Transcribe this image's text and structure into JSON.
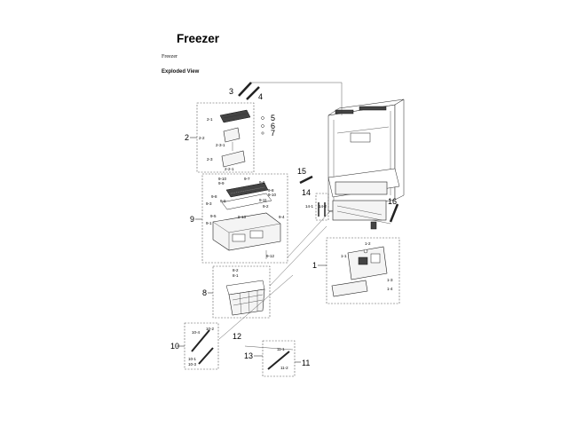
{
  "page": {
    "title": "Freezer",
    "subtitle": "Freezer",
    "view_label": "Exploded View"
  },
  "callouts": {
    "c1": "1",
    "c1_1": "1-1",
    "c1_2": "1-2",
    "c1_3": "1-3",
    "c1_4": "1-4",
    "c2": "2",
    "c2_1": "2-1",
    "c2_2": "2-2",
    "c2_3": "2-3",
    "c2_3_1": "2-3-1",
    "c2_2_1": "2-2-1",
    "c3": "3",
    "c4": "4",
    "c5": "5",
    "c6": "6",
    "c7": "7",
    "c8": "8",
    "c8_1": "8-1",
    "c8_2": "8-2",
    "c9": "9",
    "c9_1": "9-1",
    "c9_2": "9-2",
    "c9_3": "9-3",
    "c9_4": "9-4",
    "c9_5": "9-5",
    "c9_6": "9-6",
    "c9_7": "9-7",
    "c9_8": "9-8",
    "c9_9": "9-9",
    "c9_10": "9-10",
    "c9_11": "9-11",
    "c9_12": "9-12",
    "c9_13": "9-13",
    "c9_8b": "9-8",
    "c9_9b": "9-9",
    "c9_10b": "9-10",
    "c10": "10",
    "c10_1": "10-1",
    "c10_2": "10-2",
    "c10_3": "10-3",
    "c10_4": "10-4",
    "c11": "11",
    "c11_1": "11-1",
    "c11_2": "11-2",
    "c12": "12",
    "c13": "13",
    "c14": "14",
    "c14_1": "14-1",
    "c14_2": "14-2",
    "c15": "15",
    "c16": "16"
  }
}
